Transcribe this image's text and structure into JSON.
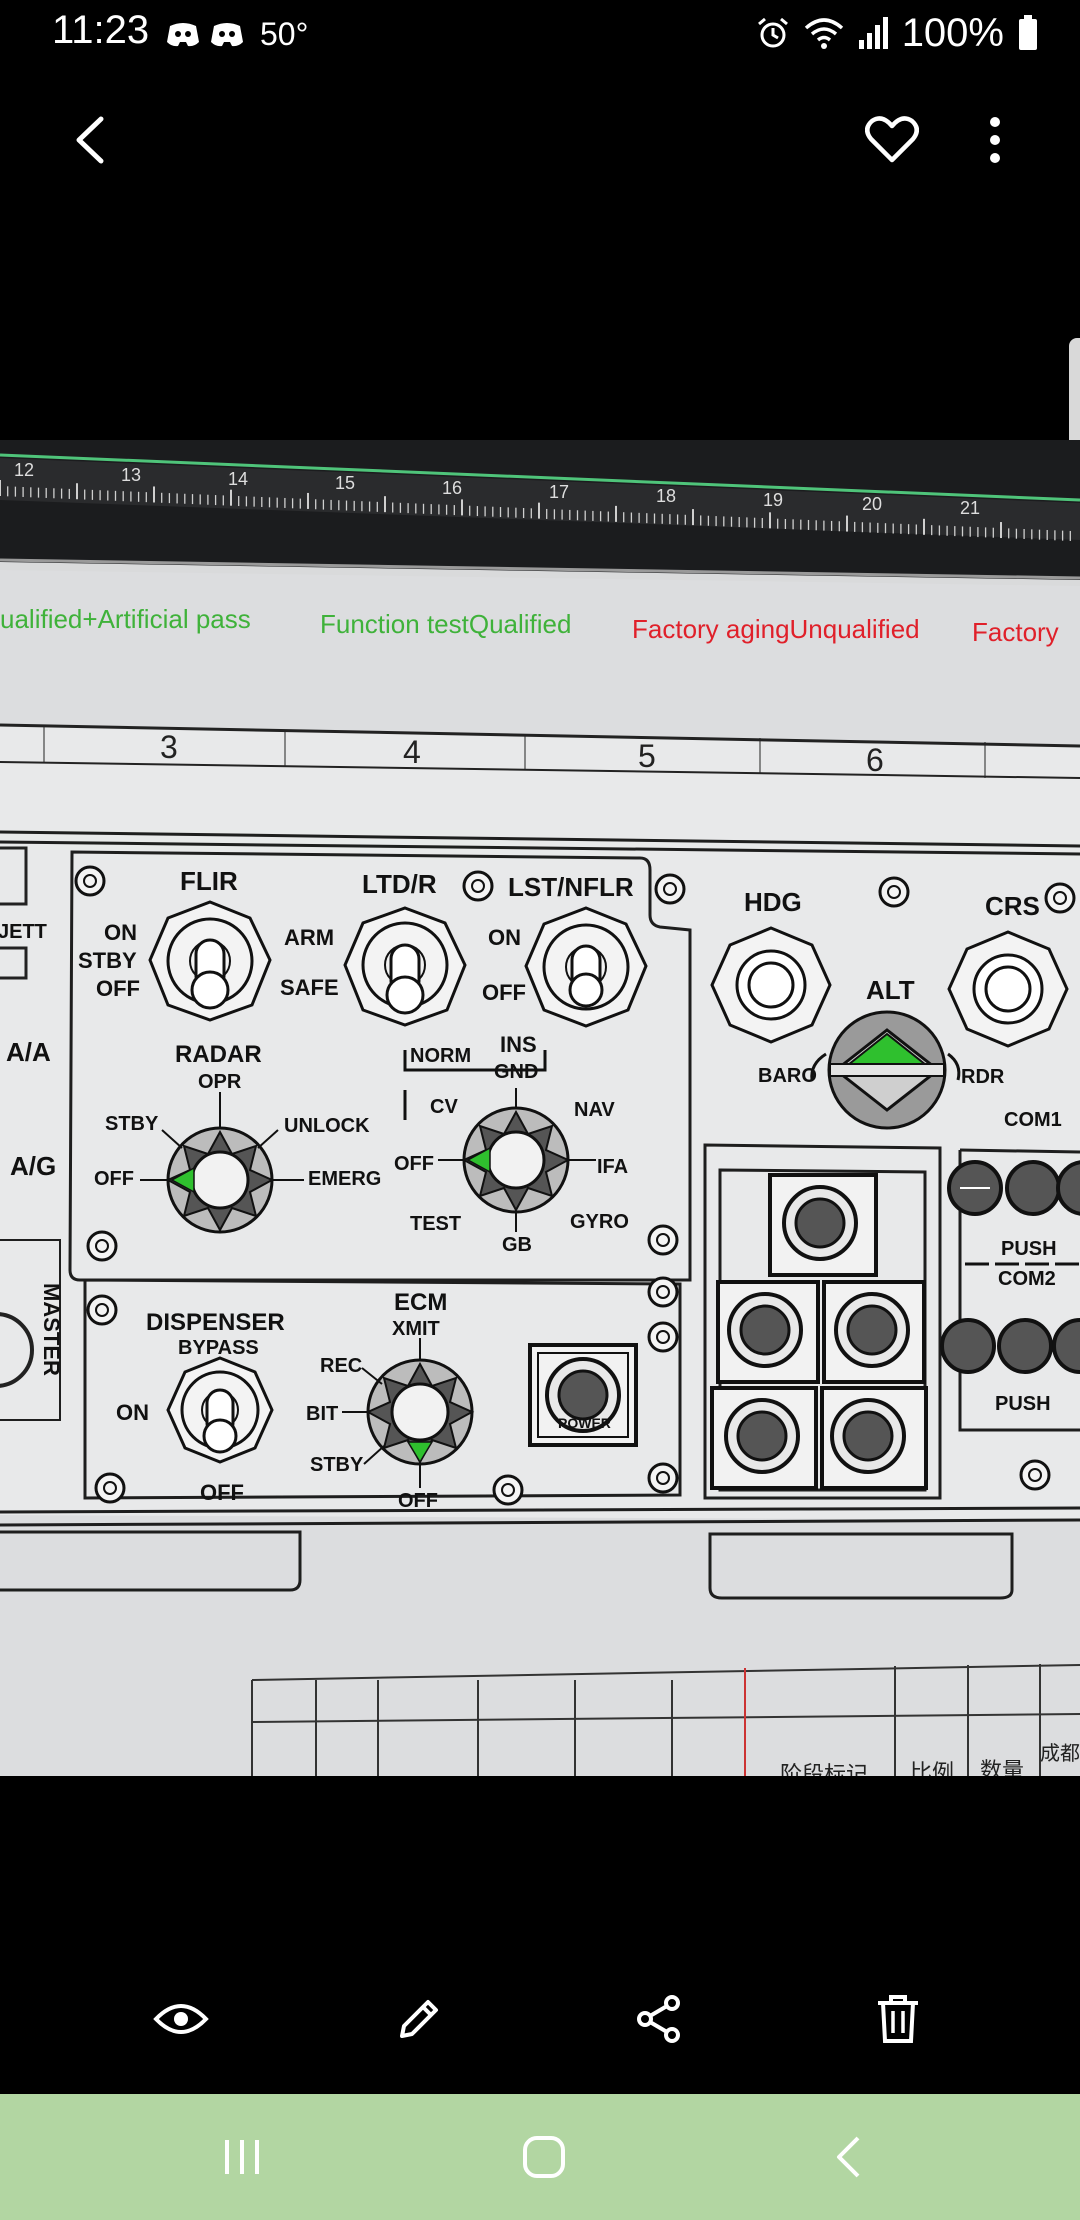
{
  "status": {
    "time": "11:23",
    "temperature": "50°",
    "battery": "100%",
    "icons": [
      "discord-icon",
      "discord-icon",
      "alarm-icon",
      "wifi-icon",
      "signal-icon",
      "battery-icon"
    ]
  },
  "toolbar": {
    "icons": [
      "back-arrow-icon",
      "heart-icon",
      "more-vert-icon"
    ]
  },
  "photo": {
    "ruler_ticks": [
      "12",
      "13",
      "14",
      "15",
      "16",
      "17",
      "18",
      "19",
      "20",
      "21"
    ],
    "status_line": [
      {
        "text": "ualified+Artificial pass",
        "color": "#3fb23a"
      },
      {
        "text": "Function testQualified",
        "color": "#3fb23a"
      },
      {
        "text": "Factory agingUnqualified",
        "color": "#e0202a"
      },
      {
        "text": "Factory",
        "color": "#e0202a"
      }
    ],
    "grid_numbers": [
      "3",
      "4",
      "5",
      "6"
    ],
    "panel_labels": {
      "flir": "FLIR",
      "on": "ON",
      "stby": "STBY",
      "off": "OFF",
      "arm": "ARM",
      "safe": "SAFE",
      "ltdr": "LTD/R",
      "lstnflr": "LST/NFLR",
      "hdg": "HDG",
      "crs": "CRS",
      "alt": "ALT",
      "baro": "BARO",
      "rdr": "RDR",
      "com1": "COM1",
      "com2": "COM2",
      "push": "PUSH",
      "jett": "JETT",
      "aa": "A/A",
      "ag": "A/G",
      "radar": "RADAR",
      "opr": "OPR",
      "unlock": "UNLOCK",
      "emerg": "EMERG",
      "ins": "INS",
      "norm": "NORM",
      "gnd": "GND",
      "cv": "CV",
      "nav": "NAV",
      "ifa": "IFA",
      "test": "TEST",
      "gb": "GB",
      "gyro": "GYRO",
      "master": "MASTER",
      "dispenser": "DISPENSER",
      "bypass": "BYPASS",
      "ecm": "ECM",
      "xmit": "XMIT",
      "rec": "REC",
      "bit": "BIT",
      "power": "POWER"
    },
    "title_block": {
      "stage_mark": "阶段标记",
      "scale": "比例",
      "quantity": "数量",
      "company": "成都"
    }
  },
  "bottom_actions": [
    "eye-icon",
    "pencil-icon",
    "share-icon",
    "trash-icon"
  ],
  "nav": [
    "recents-icon",
    "home-icon",
    "back-icon"
  ],
  "colors": {
    "nav_bar": "#b2d6a2",
    "pass_green": "#3fb23a",
    "fail_red": "#e0202a",
    "indicator_green": "#2fc02e"
  }
}
